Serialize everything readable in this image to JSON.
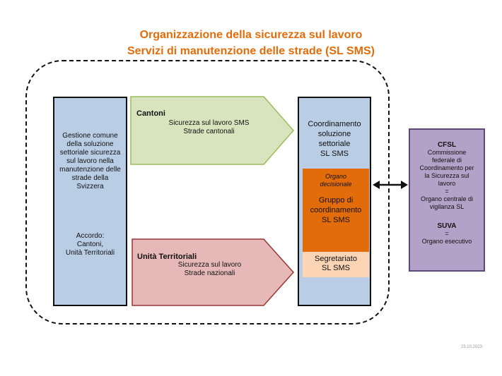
{
  "title": {
    "line1": "Organizzazione della sicurezza sul lavoro",
    "line2": "Servizi di manutenzione delle strade (SL SMS)"
  },
  "left_box": {
    "text": "Gestione comune della soluzione settoriale sicurezza sul lavoro nella manutenzione delle strade della Svizzera",
    "agreement": "Accordo:\nCantoni,\nUnità Territoriali"
  },
  "arrow_top": {
    "heading": "Cantoni",
    "text": "Sicurezza sul lavoro SMS\nStrade cantonali",
    "fill": "#d7e4bd",
    "stroke": "#9bbb59"
  },
  "arrow_bottom": {
    "heading": "Unità Territoriali",
    "text": "Sicurezza sul lavoro\nStrade nazionali",
    "fill": "#e6b9b8",
    "stroke": "#953735"
  },
  "coord_box": {
    "title": "Coordinamento\nsoluzione\nsettoriale\nSL SMS",
    "organ_label": "Organo\ndecisionale",
    "organ_name": "Gruppo di\ncoordinamento\nSL SMS",
    "secretariat": "Segretariato\nSL SMS"
  },
  "cfsl_box": {
    "heading": "CFSL",
    "text": "Commissione\nfederale di\nCoordinamento per\nla Sicurezza sul\nlavoro\n=\nOrgano centrale di\nvigilanza SL",
    "heading2": "SUVA",
    "text2": "=\nOrgano esecutivo"
  },
  "date": "23.10.2023",
  "colors": {
    "title": "#e36c0a",
    "blue_box": "#b9cde5",
    "orange": "#e36c0a",
    "light_orange": "#fbd5b5",
    "purple": "#b3a2c7"
  }
}
